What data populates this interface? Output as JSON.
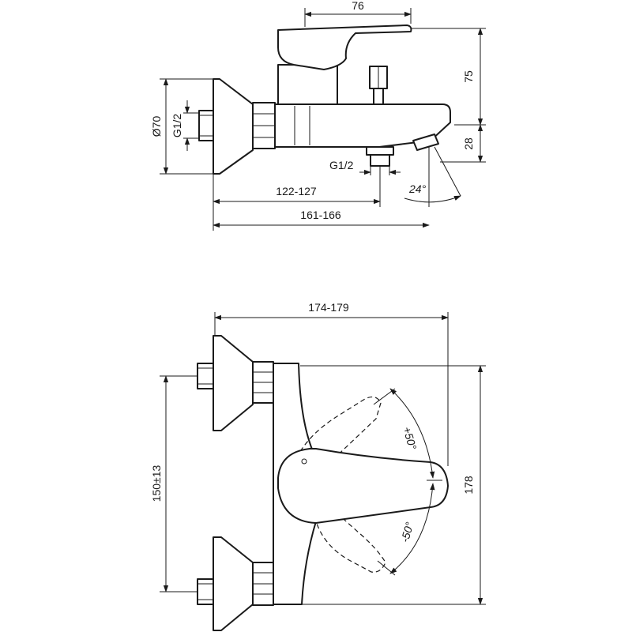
{
  "side_view": {
    "dim_76": "76",
    "dim_75": "75",
    "dim_28": "28",
    "dim_diam70": "Ø70",
    "dim_g12_inlet": "G1/2",
    "dim_g12_outlet": "G1/2",
    "dim_24deg": "24°",
    "dim_122_127": "122-127",
    "dim_161_166": "161-166"
  },
  "top_view": {
    "dim_174_179": "174-179",
    "dim_150": "150±13",
    "dim_178": "178",
    "dim_plus50": "+50°",
    "dim_minus50": "-50°"
  },
  "colors": {
    "line": "#1a1a1a",
    "background": "#ffffff"
  }
}
